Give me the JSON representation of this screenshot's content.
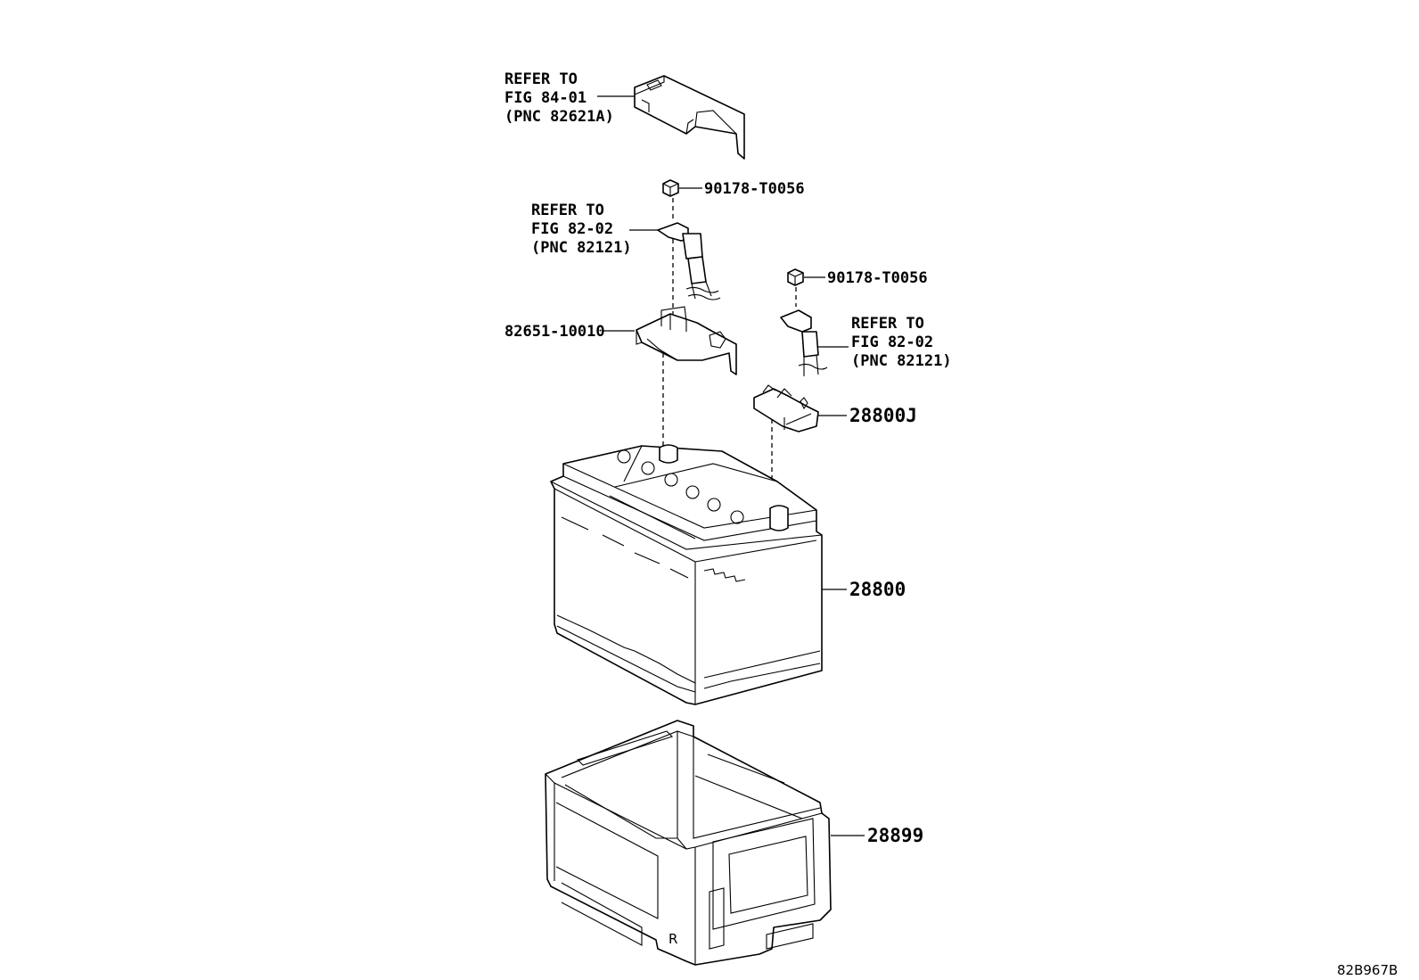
{
  "diagram": {
    "figure_id": "82B967B",
    "callouts": {
      "cover_ref": {
        "line1": "REFER TO",
        "line2": "FIG 84-01",
        "line3": "(PNC 82621A)"
      },
      "nut_top": "90178-T0056",
      "cable_ref_left": {
        "line1": "REFER TO",
        "line2": "FIG 82-02",
        "line3": "(PNC 82121)"
      },
      "nut_right": "90178-T0056",
      "cable_ref_right": {
        "line1": "REFER TO",
        "line2": "FIG 82-02",
        "line3": "(PNC 82121)"
      },
      "terminal_cover": "82651-10010",
      "terminal_clamp": "28800J",
      "battery": "28800",
      "battery_tray": "28899"
    },
    "tray_mark": "R"
  }
}
